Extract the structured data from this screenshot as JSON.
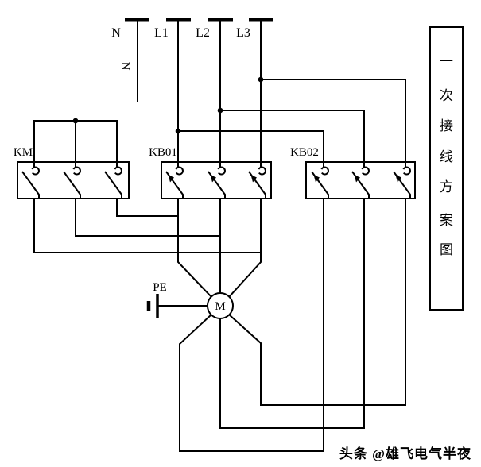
{
  "diagram": {
    "background": "#ffffff",
    "line_color": "#000000",
    "bus": {
      "n_label": "N",
      "l1_label": "L1",
      "l2_label": "L2",
      "l3_label": "L3",
      "n_wire_label": "N"
    },
    "contactors": {
      "km_label": "KM",
      "kb01_label": "KB01",
      "kb02_label": "KB02"
    },
    "motor": {
      "label": "M"
    },
    "ground": {
      "label": "PE"
    },
    "title_box": {
      "text": "一次接线方案图",
      "chars": [
        "一",
        "次",
        "接",
        "线",
        "方",
        "案",
        "图"
      ]
    },
    "watermark": {
      "text": "头条 @雄飞电气半夜",
      "color": "#a6a6a6"
    }
  }
}
